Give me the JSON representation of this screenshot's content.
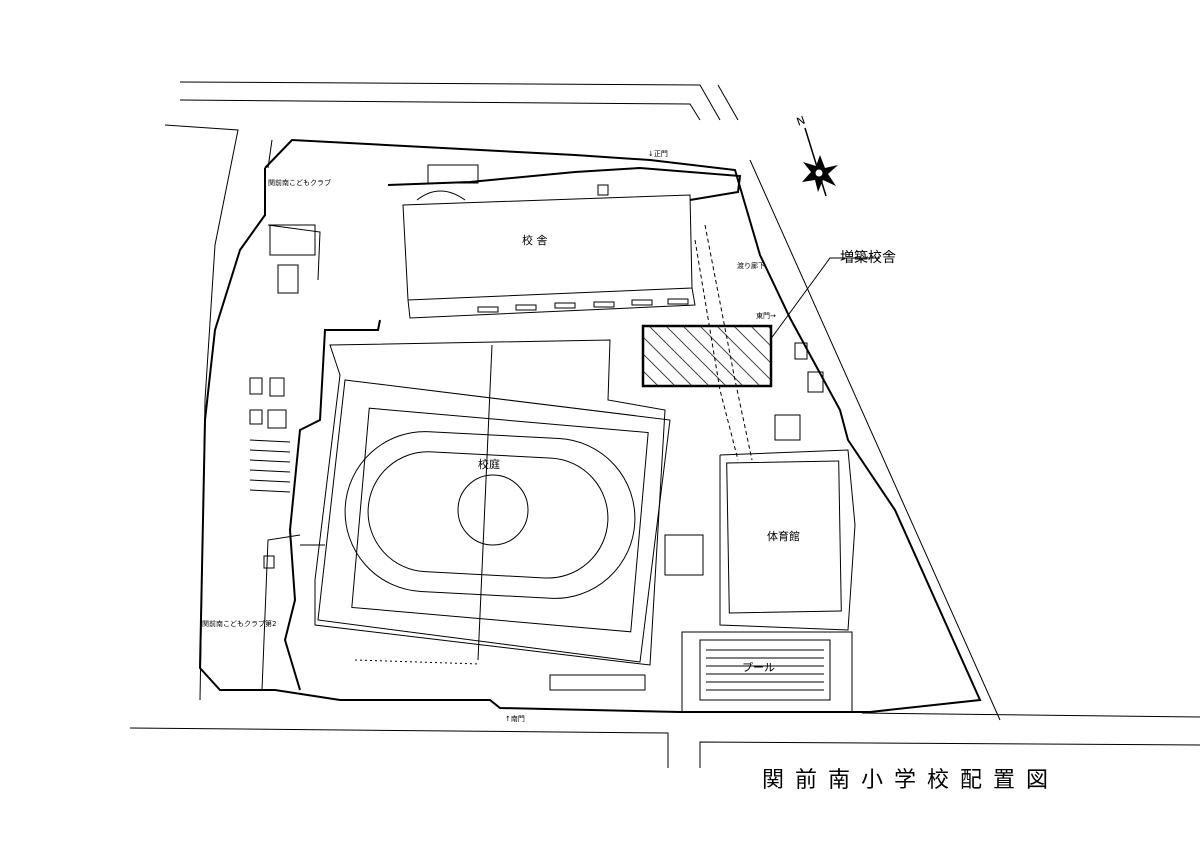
{
  "title": "関前南小学校配置図",
  "north_label": "N",
  "labels": {
    "club1": "関前南こどもクラブ",
    "club2": "関前南こどもクラブ第2",
    "school_building": "校 舎",
    "main_gate": "↓正門",
    "corridor": "渡り廊下",
    "east_gate": "東門→",
    "extension": "増築校舎",
    "schoolyard": "校庭",
    "gym": "体育館",
    "pool": "プール",
    "south_gate": "↑南門"
  }
}
